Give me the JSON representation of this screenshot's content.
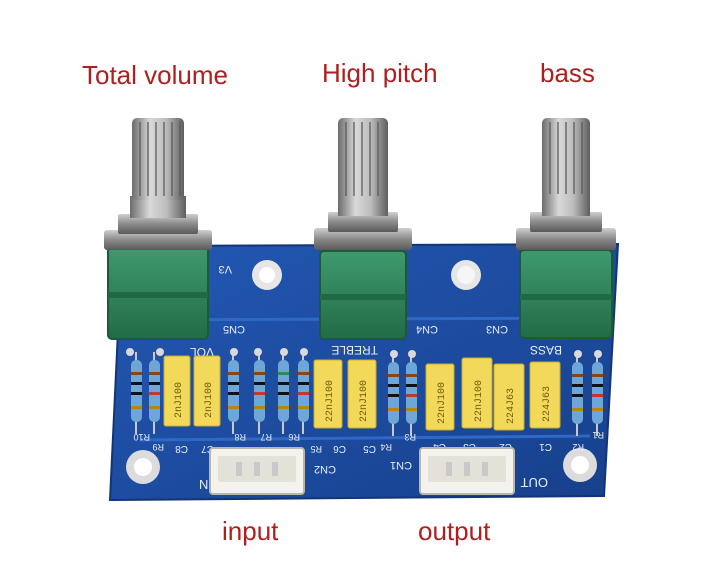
{
  "labels": {
    "total_volume": "Total volume",
    "high_pitch": "High pitch",
    "bass": "bass",
    "input": "input",
    "output": "output"
  },
  "silkscreen": {
    "v3": "V3",
    "cn5": "CN5",
    "cn4": "CN4",
    "cn3": "CN3",
    "vol": "VOL",
    "treble": "TREBLE",
    "bass": "BASS",
    "cn2": "CN2",
    "cn1": "CN1",
    "in": "IN",
    "out": "OUT",
    "r10": "R10",
    "r9": "R9",
    "c8": "C8",
    "c7": "C7",
    "r8": "R8",
    "r7": "R7",
    "r6": "R6",
    "r5": "R5",
    "c6": "C6",
    "c5": "C5",
    "r4": "R4",
    "r3": "R3",
    "c4": "C4",
    "c3": "C3",
    "c2": "C2",
    "c1": "C1",
    "r2": "R2",
    "r1": "R1"
  },
  "capacitor_markings": {
    "c8": "2nJ100",
    "c7": "2nJ100",
    "c6": "22nJ100",
    "c5": "22nJ100",
    "c4": "22nJ100",
    "c3": "22nJ100",
    "c2": "224J63",
    "c1": "224J63"
  },
  "colors": {
    "label_red": "#b01e1e",
    "pcb_blue": "#1d4fa8",
    "pot_green": "#2f8a5e",
    "cap_yellow": "#f2d95a",
    "connector_white": "#f4f2ec",
    "metal": "#9a9a9a"
  }
}
